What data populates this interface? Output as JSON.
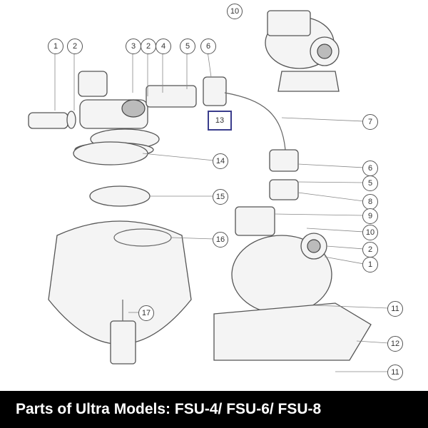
{
  "caption": "Parts of Ultra Models: FSU-4/ FSU-6/ FSU-8",
  "highlight_color": "#3a3d8c",
  "callouts": {
    "c1a": "1",
    "c2a": "2",
    "c3": "3",
    "c2b": "2",
    "c4": "4",
    "c5a": "5",
    "c6a": "6",
    "c10a": "10",
    "c13": "13",
    "c7": "7",
    "c14": "14",
    "c6b": "6",
    "c5b": "5",
    "c8": "8",
    "c15": "15",
    "c9": "9",
    "c16": "16",
    "c10b": "10",
    "c2c": "2",
    "c1b": "1",
    "c17": "17",
    "c11a": "11",
    "c12": "12",
    "c11b": "11"
  }
}
